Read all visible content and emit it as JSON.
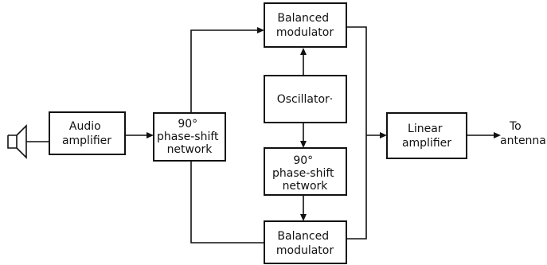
{
  "blocks": {
    "audio_amplifier": [
      "Audio",
      "amplifier"
    ],
    "phase_shift_audio": [
      "90°",
      "phase-shift",
      "network"
    ],
    "balanced_modulator_top": [
      "Balanced",
      "modulator"
    ],
    "oscillator": [
      "Oscillator·"
    ],
    "phase_shift_rf": [
      "90°",
      "phase-shift",
      "network"
    ],
    "balanced_modulator_bottom": [
      "Balanced",
      "modulator"
    ],
    "linear_amplifier": [
      "Linear",
      "amplifier"
    ]
  },
  "output_label": [
    "To",
    "antenna"
  ]
}
